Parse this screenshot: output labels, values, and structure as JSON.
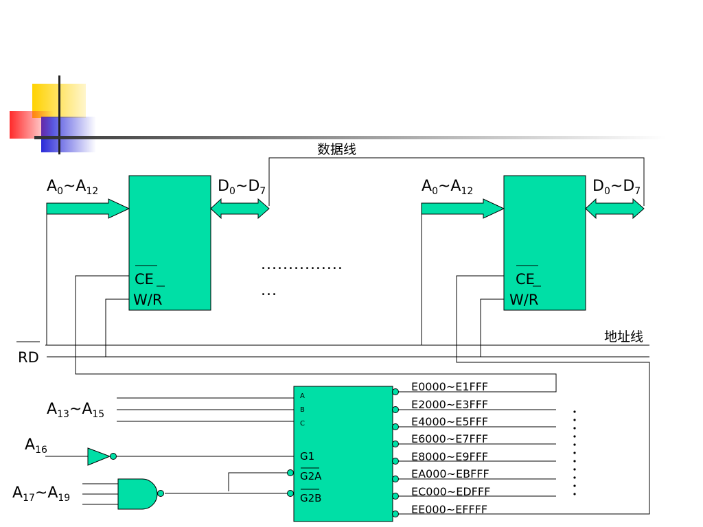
{
  "colors": {
    "chip_fill": "#00DFA6",
    "line": "#000000",
    "deco_yellow": "#FFD700",
    "deco_red": "#FF3B3B",
    "deco_blue": "#3333DD"
  },
  "labels": {
    "data_bus": "数据线",
    "address_bus": "地址线",
    "rd": "RD",
    "ellipsis_row1": "...............",
    "ellipsis_row2": "...",
    "tilde": "~"
  },
  "left_memory": {
    "addr_main": "A",
    "addr_sub_lo": "0",
    "addr_sub_hi": "12",
    "data_main": "D",
    "data_sub_lo": "0",
    "data_sub_hi": "7",
    "ce": "CE",
    "wr": "W/R"
  },
  "right_memory": {
    "addr_main": "A",
    "addr_sub_lo": "0",
    "addr_sub_hi": "12",
    "data_main": "D",
    "data_sub_lo": "0",
    "data_sub_hi": "7",
    "ce": "CE",
    "wr": "W/R"
  },
  "decoder": {
    "pin_a": "A",
    "pin_b": "B",
    "pin_c": "C",
    "pin_g1": "G1",
    "pin_g2a": "G2A",
    "pin_g2b": "G2B",
    "outputs": [
      "E0000~E1FFF",
      "E2000~E3FFF",
      "E4000~E5FFF",
      "E6000~E7FFF",
      "E8000~E9FFF",
      "EA000~EBFFF",
      "EC000~EDFFF",
      "EE000~EFFFF"
    ]
  },
  "inputs": {
    "a13_main": "A",
    "a13_sub": "13",
    "a15_sub": "15",
    "a16_main": "A",
    "a16_sub": "16",
    "a17_main": "A",
    "a17_sub": "17",
    "a19_sub": "19"
  }
}
